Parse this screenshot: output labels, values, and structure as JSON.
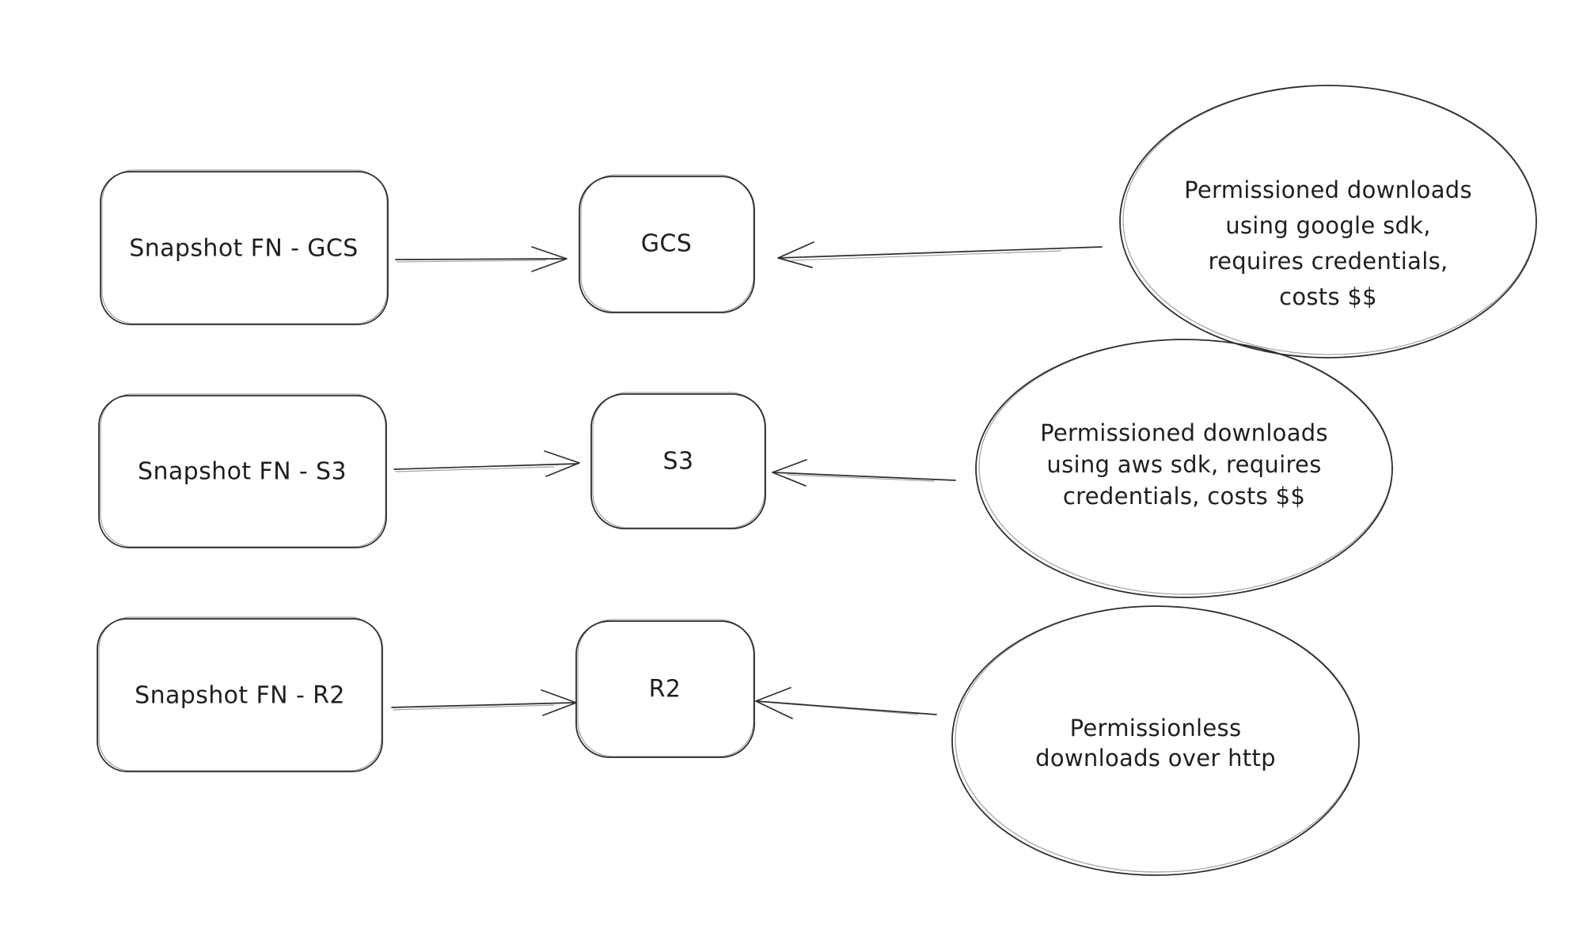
{
  "diagram": {
    "kind": "hand-drawn flow diagram",
    "colors": {
      "stroke": "#2e2e2e",
      "text": "#1f1f1f",
      "background": "#ffffff"
    },
    "nodes": {
      "snapshot_gcs": {
        "label": "Snapshot FN - GCS",
        "shape": "rounded-rectangle"
      },
      "snapshot_s3": {
        "label": "Snapshot FN - S3",
        "shape": "rounded-rectangle"
      },
      "snapshot_r2": {
        "label": "Snapshot FN - R2",
        "shape": "rounded-rectangle"
      },
      "gcs": {
        "label": "GCS",
        "shape": "rounded-rectangle"
      },
      "s3": {
        "label": "S3",
        "shape": "rounded-rectangle"
      },
      "r2": {
        "label": "R2",
        "shape": "rounded-rectangle"
      }
    },
    "notes": {
      "gcs": {
        "shape": "ellipse",
        "lines": [
          "Permissioned downloads",
          "using google sdk,",
          "requires credentials,",
          "costs $$"
        ]
      },
      "s3": {
        "shape": "ellipse",
        "lines": [
          "Permissioned downloads",
          "using aws sdk, requires",
          "credentials, costs $$"
        ]
      },
      "r2": {
        "shape": "ellipse",
        "lines": [
          "Permissionless",
          "downloads over http"
        ]
      }
    },
    "edges": [
      {
        "from": "snapshot_gcs",
        "to": "gcs",
        "direction": "right"
      },
      {
        "from": "snapshot_s3",
        "to": "s3",
        "direction": "right"
      },
      {
        "from": "snapshot_r2",
        "to": "r2",
        "direction": "right"
      },
      {
        "from": "note_gcs",
        "to": "gcs",
        "direction": "left"
      },
      {
        "from": "note_s3",
        "to": "s3",
        "direction": "left"
      },
      {
        "from": "note_r2",
        "to": "r2",
        "direction": "left"
      }
    ]
  }
}
